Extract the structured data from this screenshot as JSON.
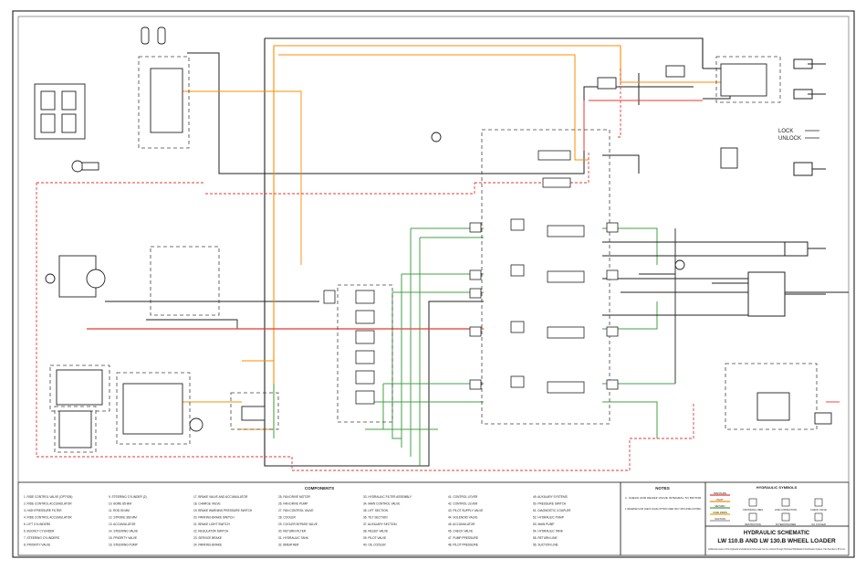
{
  "schematic": {
    "lock_label": "LOCK",
    "unlock_label": "UNLOCK"
  },
  "components_header": "COMPONENTS",
  "components_columns": [
    [
      "1. RIDE CONTROL VALVE (OPTION)",
      "2. RIDE CONTROL ACCUMULATOR",
      "3. HIGH PRESSURE FILTER",
      "4. RIDE CONTROL ACCUMULATOR",
      "5. LIFT CYLINDERS",
      "6. BUCKET CYLINDER",
      "7. STEERING CYLINDERS",
      "8. PRIORITY VALVE"
    ],
    [
      "9. STEERING CYLINDER (2)",
      "10. BORE 85 MM",
      "11. ROD 50 MM",
      "12. STROKE 380 MM",
      "13. ACCUMULATOR",
      "14. STEERING VALVE",
      "15. PRIORITY VALVE",
      "16. STEERING PUMP"
    ],
    [
      "17. BRAKE VALVE AND ACCUMULATOR",
      "18. CHARGE VALVE",
      "19. BRAKE WARNING PRESSURE SWITCH",
      "20. PARKING BRAKE SWITCH",
      "21. BRAKE LIGHT SWITCH",
      "22. REGULATOR SWITCH",
      "23. SERVICE BRAKE",
      "24. PARKING BRAKE"
    ],
    [
      "25. FAN DRIVE MOTOR",
      "26. FAN DRIVE PUMP",
      "27. FAN CONTROL VALVE",
      "28. COOLER",
      "29. COOLER BYPASS VALVE",
      "30. RETURN FILTER",
      "31. HYDRAULIC TANK",
      "32. BREATHER"
    ],
    [
      "33. HYDRAULIC FILTER ASSEMBLY",
      "34. MAIN CONTROL VALVE",
      "35. LIFT SECTION",
      "36. TILT SECTION",
      "37. AUXILIARY SECTION",
      "38. RELIEF VALVE",
      "39. PILOT VALVE",
      "40. OIL COOLER"
    ],
    [
      "41. CONTROL LEVER",
      "42. CONTROL LEVER",
      "43. PILOT SUPPLY VALVE",
      "44. SOLENOID VALVE",
      "45. ACCUMULATOR",
      "46. CHECK VALVE",
      "47. PUMP PRESSURE",
      "48. PILOT PRESSURE"
    ],
    [
      "49. AUXILIARY SYSTEMS",
      "50. PRESSURE SWITCH",
      "51. DIAGNOSTIC COUPLER",
      "52. HYDRAULIC PUMP",
      "53. MAIN PUMP",
      "54. HYDRAULIC TANK",
      "55. RETURN LINE",
      "56. SUCTION LINE"
    ]
  ],
  "notes_header": "NOTES",
  "notes": [
    "1. CHECK AND RELIEF VALVE INTEGRAL TO MOTOR.",
    "2. REVERSE FLOW CHECK VALVE (OPTION) USED ONLY WITH RIDE CONTROL."
  ],
  "legend_header": "HYDRAULIC SYMBOLS",
  "legend_lines": [
    {
      "label": "PRESSURE",
      "color": "#e53935"
    },
    {
      "label": "PILOT",
      "color": "#fb8c00"
    },
    {
      "label": "RETURN",
      "color": "#43a047"
    },
    {
      "label": "CASE DRAIN",
      "color": "#f4a300"
    },
    {
      "label": "SUCTION",
      "color": "#9e9e9e"
    }
  ],
  "legend_symbols": [
    "CROSSING LINES",
    "LINE CONNECTION",
    "CHECK VALVE",
    "RESTRICTION",
    "FILTER/STRAINER",
    "OIL COOLER"
  ],
  "colors": {
    "pressure": "#e53935",
    "pilot": "#fb8c00",
    "return": "#43a047",
    "line": "#222222",
    "dashed_red": "#e53935"
  },
  "title_block": {
    "title": "HYDRAULIC SCHEMATIC",
    "model": "LW 110.B AND LW 130.B WHEEL LOADER",
    "subtitle": "Additional copies of this Hydraulic and Electrical Schematic can be ordered through Technical Publications Distribution Options. Part Number is 87xxxxx"
  }
}
